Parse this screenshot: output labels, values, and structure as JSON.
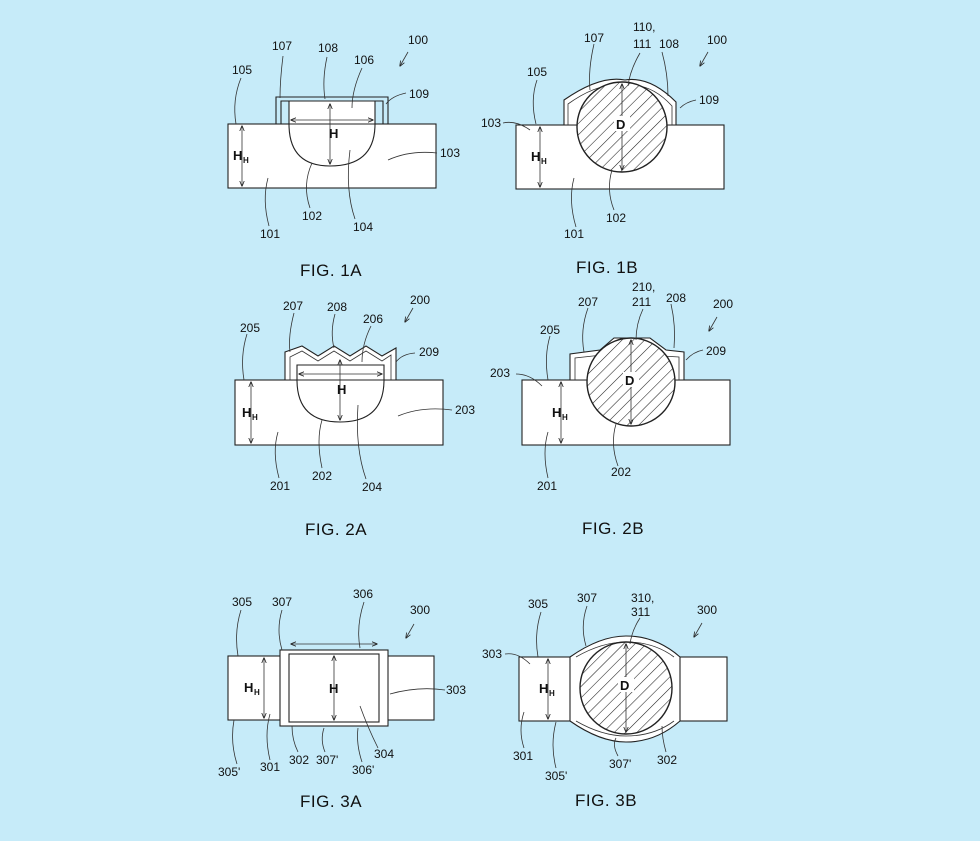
{
  "colors": {
    "background": "#c6ebf9",
    "ink": "#222222",
    "body_fill": "#ffffff"
  },
  "figures": {
    "fig1a": {
      "caption": "FIG. 1A",
      "refs": {
        "r100": "100",
        "r101": "101",
        "r102": "102",
        "r103": "103",
        "r104": "104",
        "r105": "105",
        "r106": "106",
        "r107": "107",
        "r108": "108",
        "r109": "109"
      },
      "dim_h": "H",
      "dim_hh": "H",
      "dim_hh_sub": "H"
    },
    "fig1b": {
      "caption": "FIG. 1B",
      "refs": {
        "r100": "100",
        "r101": "101",
        "r102": "102",
        "r103": "103",
        "r105": "105",
        "r107": "107",
        "r108": "108",
        "r109": "109",
        "r110": "110,",
        "r111": "111"
      },
      "dim_d": "D",
      "dim_hh": "H",
      "dim_hh_sub": "H"
    },
    "fig2a": {
      "caption": "FIG. 2A",
      "refs": {
        "r200": "200",
        "r201": "201",
        "r202": "202",
        "r203": "203",
        "r204": "204",
        "r205": "205",
        "r206": "206",
        "r207": "207",
        "r208": "208",
        "r209": "209"
      },
      "dim_h": "H",
      "dim_hh": "H",
      "dim_hh_sub": "H"
    },
    "fig2b": {
      "caption": "FIG. 2B",
      "refs": {
        "r200": "200",
        "r201": "201",
        "r202": "202",
        "r203": "203",
        "r205": "205",
        "r207": "207",
        "r208": "208",
        "r209": "209",
        "r210": "210,",
        "r211": "211"
      },
      "dim_d": "D",
      "dim_hh": "H",
      "dim_hh_sub": "H"
    },
    "fig3a": {
      "caption": "FIG. 3A",
      "refs": {
        "r300": "300",
        "r301": "301",
        "r302": "302",
        "r303": "303",
        "r304": "304",
        "r305": "305",
        "r305p": "305'",
        "r306": "306",
        "r306p": "306'",
        "r307": "307",
        "r307p": "307'"
      },
      "dim_h": "H",
      "dim_hh": "H",
      "dim_hh_sub": "H"
    },
    "fig3b": {
      "caption": "FIG. 3B",
      "refs": {
        "r300": "300",
        "r301": "301",
        "r302": "302",
        "r303": "303",
        "r305": "305",
        "r305p": "305'",
        "r307": "307",
        "r307p": "307'",
        "r310": "310,",
        "r311": "311"
      },
      "dim_d": "D",
      "dim_hh": "H",
      "dim_hh_sub": "H"
    }
  }
}
